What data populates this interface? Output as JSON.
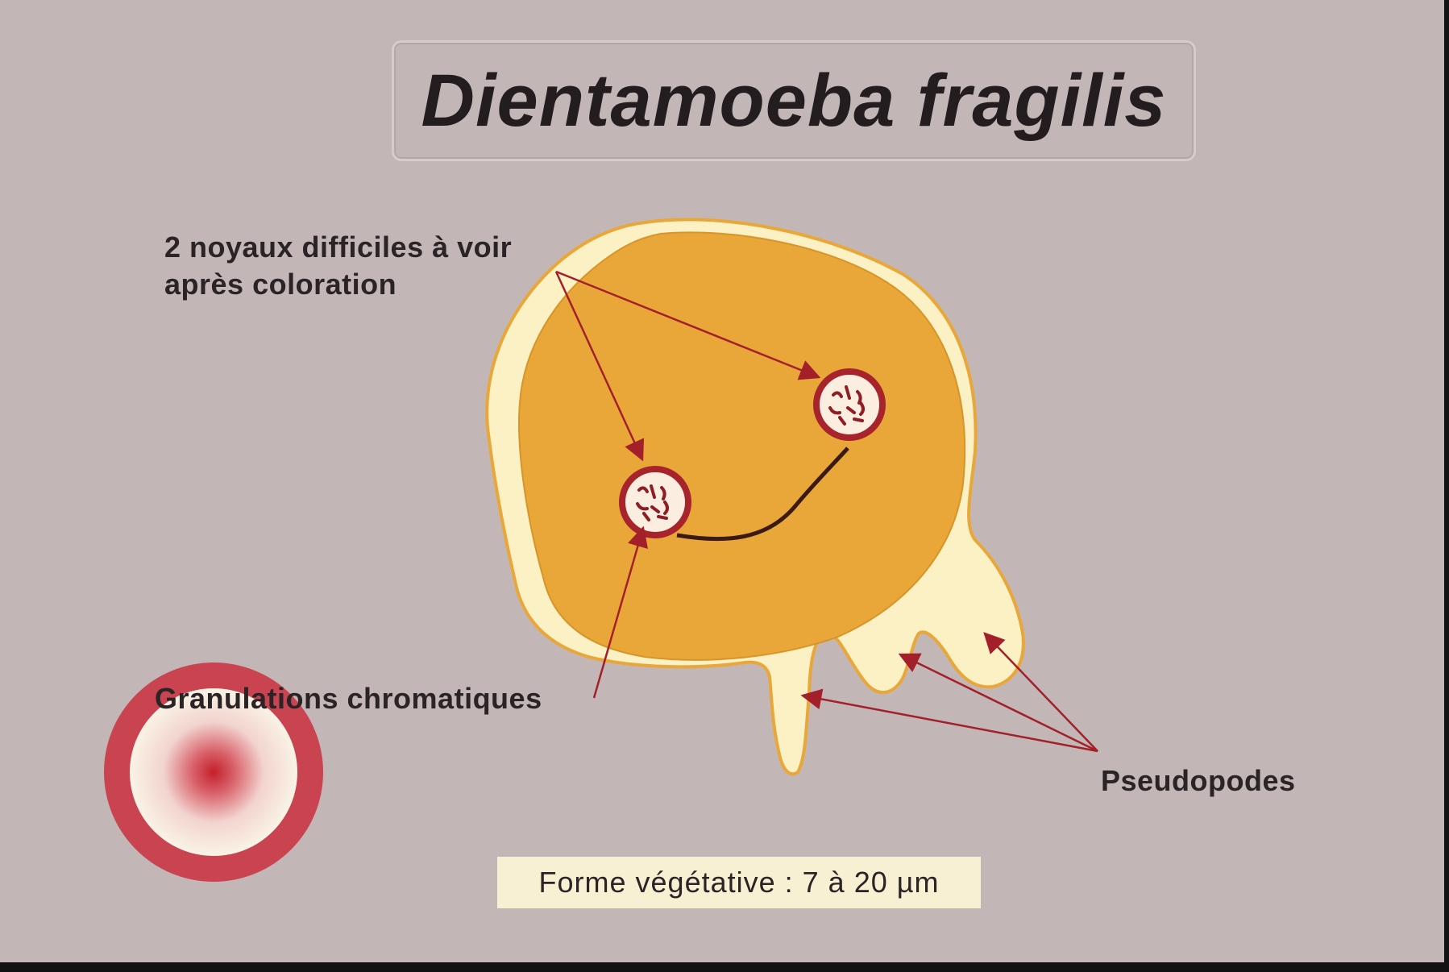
{
  "title": "Dientamoeba fragilis",
  "labels": {
    "noyaux_line1": "2 noyaux difficiles à voir",
    "noyaux_line2": "après coloration",
    "granulations": "Granulations chromatiques",
    "pseudopodes": "Pseudopodes"
  },
  "scale": "Forme végétative : 7 à 20 µm",
  "colors": {
    "background": "#c2b7b6",
    "cytoplasm": "#e9a73a",
    "ectoplasm": "#fbf1c4",
    "arrow": "#a3202a",
    "nucleus_ring": "#a8242c",
    "target_ring": "#c94450"
  }
}
